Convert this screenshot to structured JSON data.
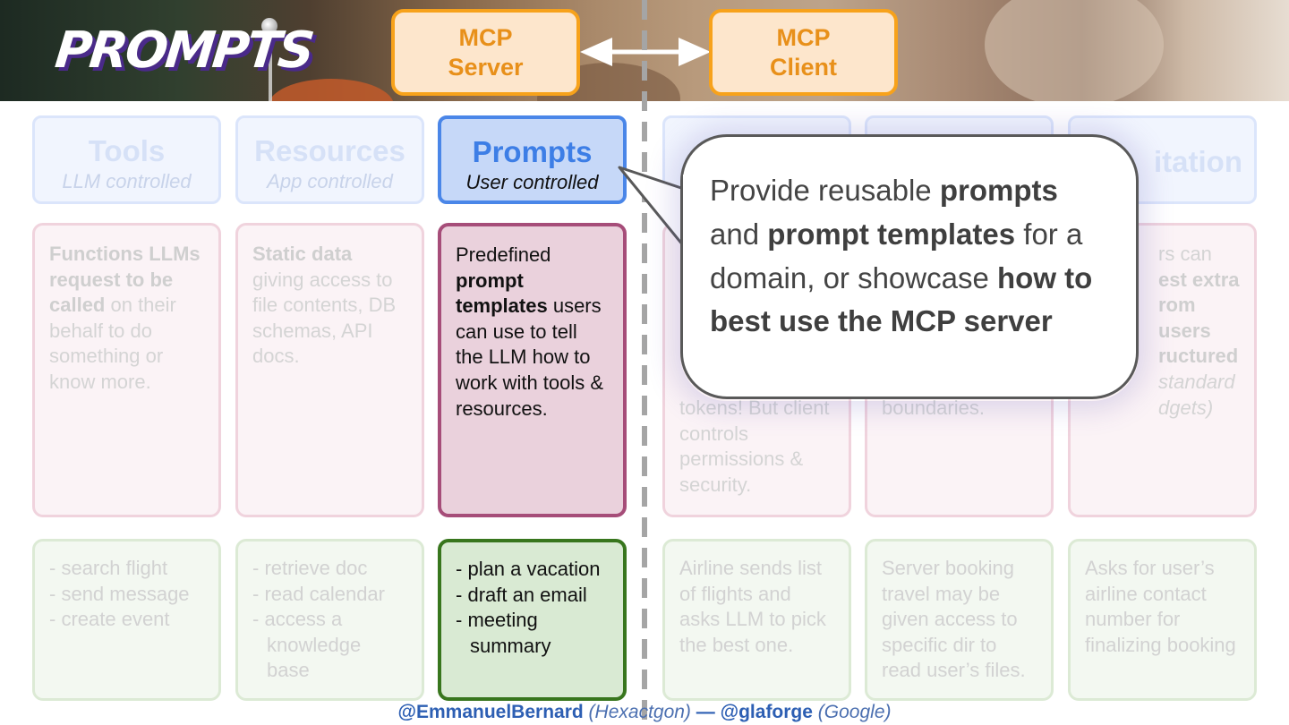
{
  "title": "PROMPTS",
  "mcp": {
    "server": "MCP\nServer",
    "client": "MCP\nClient"
  },
  "columns": [
    {
      "name": "Tools",
      "sub": "LLM controlled",
      "desc_html": "<b>Functions LLMs request to be called</b> on their behalf to do something or know more.",
      "examples": [
        "search flight",
        "send message",
        "create event"
      ]
    },
    {
      "name": "Resources",
      "sub": "App controlled",
      "desc_html": "<b>Static data</b> giving access to file contents, DB schemas, API docs.",
      "examples": [
        "retrieve doc",
        "read calendar",
        "access a knowledge base"
      ]
    },
    {
      "name": "Prompts",
      "sub": "User controlled",
      "desc_html": "Predefined <b>prompt templates</b> users can use to tell the LLM how to work with tools &amp; resources.",
      "examples": [
        "plan a vacation",
        "draft an email",
        "meeting summary"
      ],
      "active": true
    },
    {
      "name": "",
      "sub": "",
      "desc_html": "tokens! But client controls permissions &amp; security.",
      "examples_text": "Airline sends list of flights and asks LLM to pick the best one."
    },
    {
      "name": "",
      "sub": "",
      "desc_html": "boundaries.",
      "examples_text": "Server booking travel may be given access to specific dir to read user’s files."
    },
    {
      "name": "itation",
      "sub": "",
      "desc_html": "rs can <b>est extra rom users ructured</b> <i>standard dgets)</i>",
      "examples_text": "Asks for user’s airline contact number for finalizing booking"
    }
  ],
  "bubble_html": "Provide reusable <b>prompts</b> and <b>prompt templates</b> for a domain, or showcase <b>how to best use the MCP server</b>",
  "footer": {
    "author1": "@EmmanuelBernard",
    "org1": "(Hexactgon)",
    "sep": "—",
    "author2": "@glaforge",
    "org2": "(Google)"
  },
  "colors": {
    "accent_blue": "#4a86e8",
    "accent_pink": "#a64d79",
    "accent_green": "#38761d",
    "accent_orange": "#f7a21b"
  }
}
